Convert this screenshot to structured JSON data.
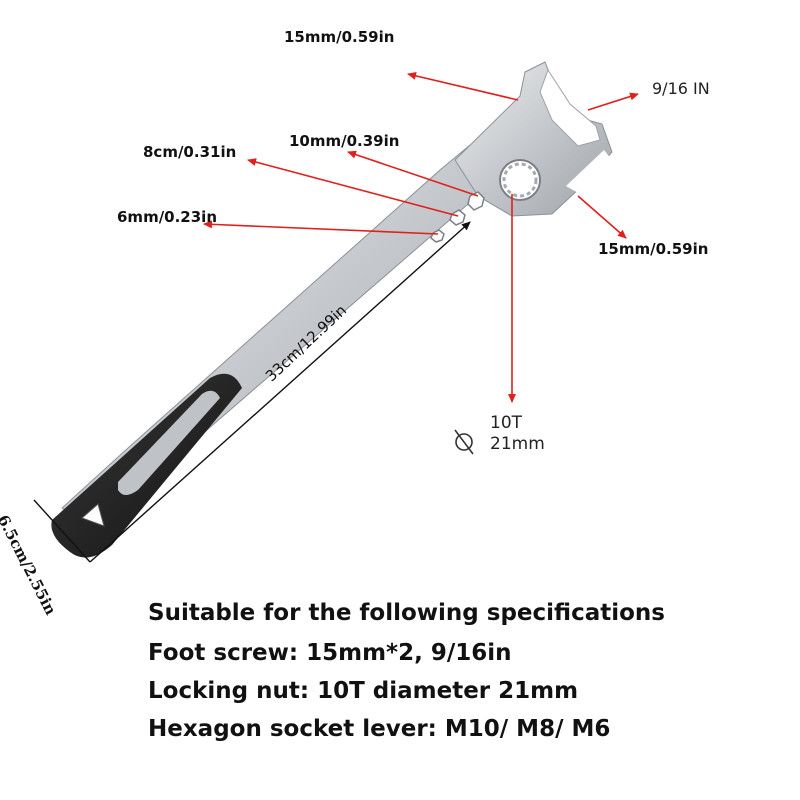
{
  "labels": {
    "top_open": "15mm/0.59in",
    "right_open": "9/16 IN",
    "hex_m10": "10mm/0.39in",
    "hex_m8": "8cm/0.31in",
    "hex_m6": "6mm/0.23in",
    "right_low": "15mm/0.59in",
    "length": "33cm/12.99in",
    "width": "6.5cm/2.55in",
    "socket_teeth": "10T",
    "socket_diameter": "21mm"
  },
  "specs": {
    "title": "Suitable for the following specifications",
    "line1": "Foot screw: 15mm*2, 9/16in",
    "line2": "Locking nut: 10T diameter 21mm",
    "line3": "Hexagon socket lever: M10/ M8/ M6"
  },
  "colors": {
    "arrow": "#e0201c",
    "steel": "#c9ccd0",
    "handle": "#1c1c1c"
  },
  "icons": [
    "diameter-icon"
  ]
}
